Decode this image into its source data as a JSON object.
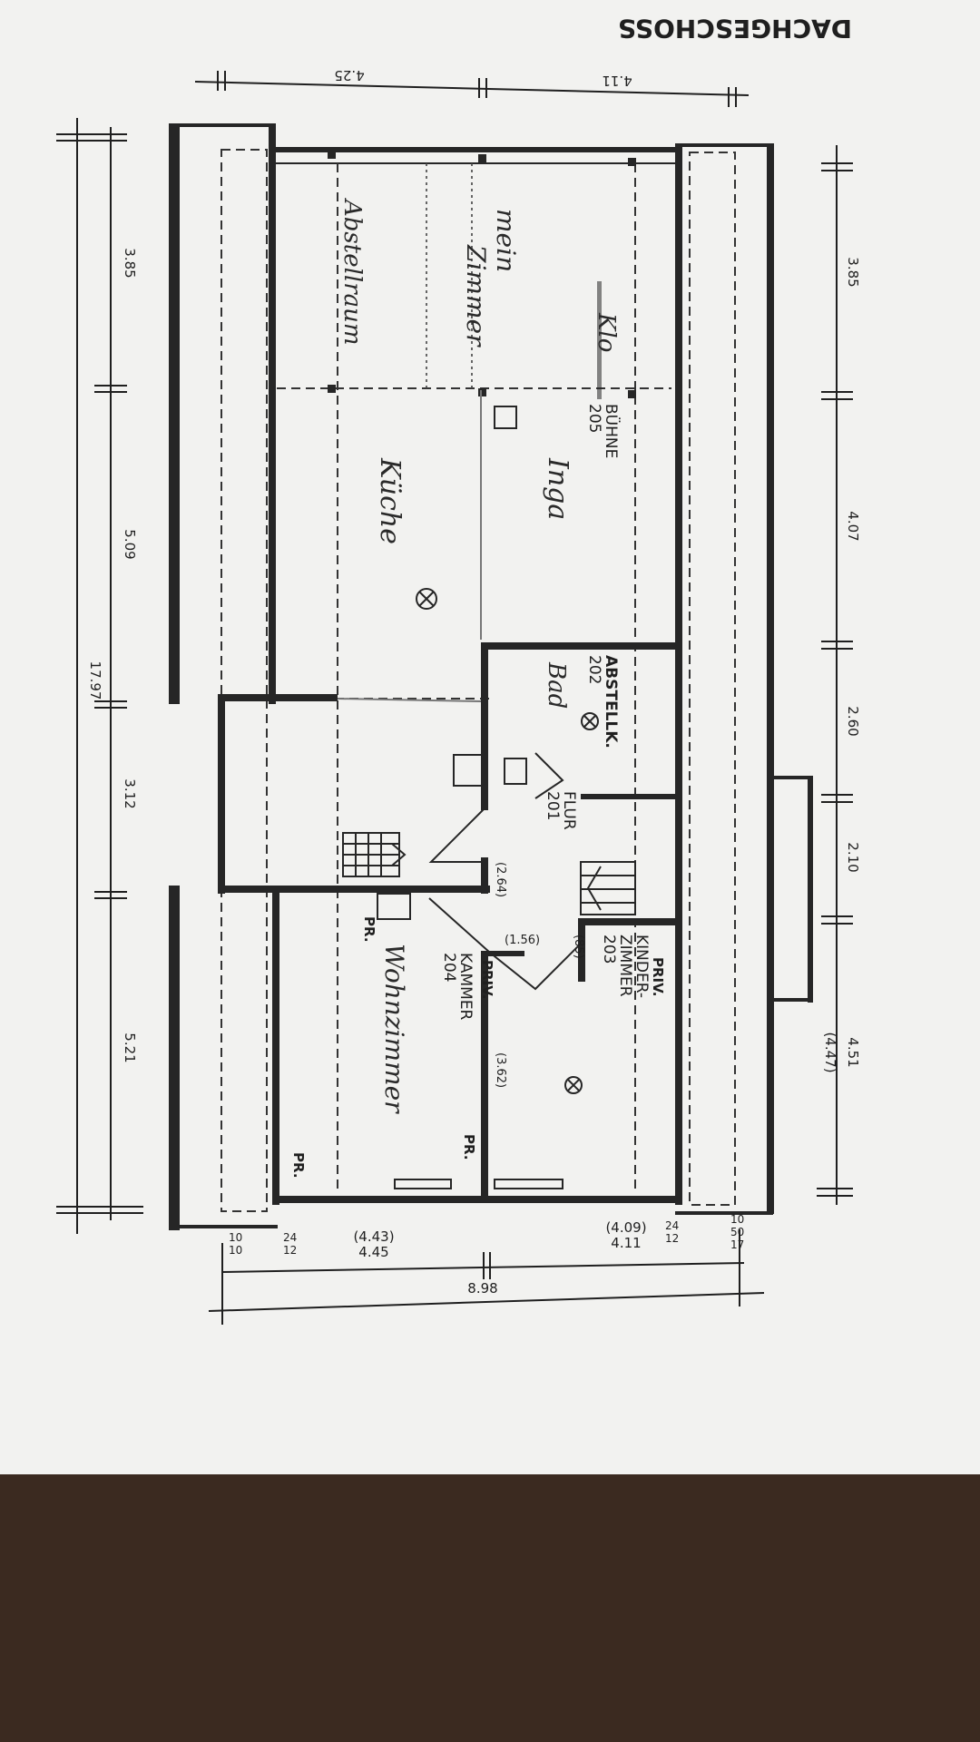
{
  "drawing_title": "DACHGESCHOSS",
  "dims": {
    "top_left": "4.25",
    "top_right": "4.11",
    "left_1": "3.85",
    "left_2": "5.09",
    "left_3": "3.12",
    "left_4": "5.21",
    "left_total": "17.97",
    "right_1": "3.85",
    "right_2": "4.07",
    "right_3": "2.60",
    "right_4": "2.10",
    "right_5": "4.51",
    "right_5b": "(4.47)",
    "bottom_left_a": "(4.43)",
    "bottom_left_b": "4.45",
    "bottom_right_a": "(4.09)",
    "bottom_right_b": "4.11",
    "bottom_total": "8.98",
    "small_1": "10",
    "small_2": "24",
    "small_3": "12",
    "small_4": "10",
    "small_5": "24",
    "small_6": "12",
    "small_7": "10",
    "small_8": "50",
    "small_9": "17",
    "inner_1": "(2.64)",
    "inner_2": "(1.56)",
    "inner_3": "(85)",
    "inner_4": "(3.62)"
  },
  "rooms": {
    "buehne_name": "BÜHNE",
    "buehne_num": "205",
    "abstellk_name": "ABSTELLK.",
    "abstellk_num": "202",
    "flur_name": "FLUR",
    "flur_num": "201",
    "kinder_priv": "PRIV.",
    "kinder_name1": "KINDER-",
    "kinder_name2": "ZIMMER",
    "kinder_num": "203",
    "kammer_priv": "PRIV.",
    "kammer_name": "KAMMER",
    "kammer_num": "204",
    "pr_1": "PR.",
    "pr_2": "PR.",
    "pr_3": "PR."
  },
  "handwritten": {
    "klo": "Klo",
    "mein_zimmer_1": "mein",
    "mein_zimmer_2": "Zimmer",
    "abstellraum": "Abstellraum",
    "kueche": "Küche",
    "inga": "Inga",
    "bad": "Bad",
    "wohnzimmer": "Wohnzimmer"
  },
  "colors": {
    "paper": "#f2f2f0",
    "ink": "#262626",
    "table": "#3b2a20"
  }
}
